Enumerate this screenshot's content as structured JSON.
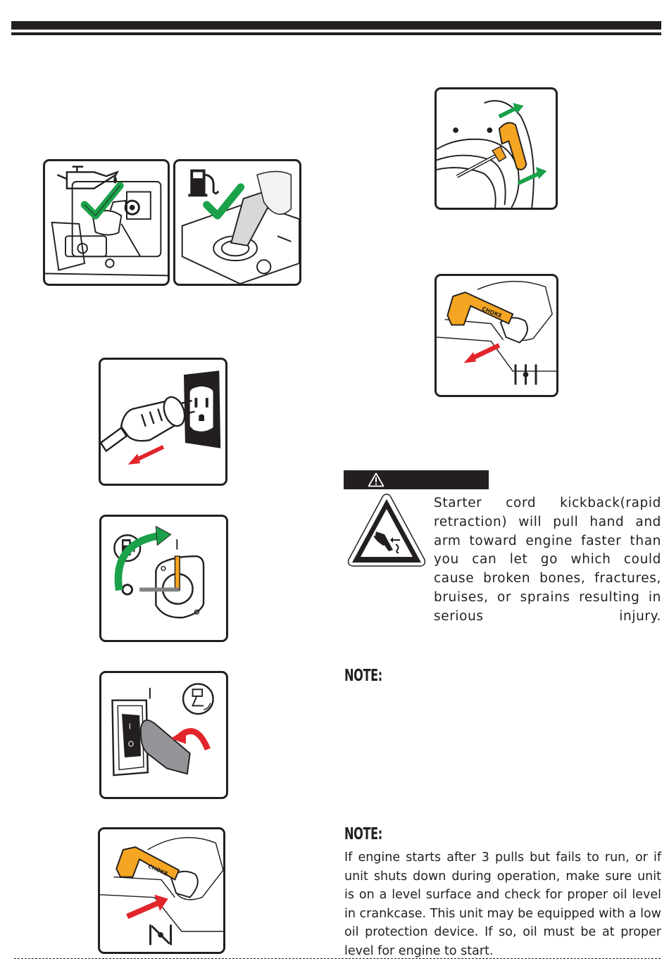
{
  "warning": {
    "text": "Starter cord kickback(rapid retraction) will pull hand and arm toward engine faster than you can let go which could cause broken bones, fractures, bruises, or sprains resulting in serious injury."
  },
  "notes": [
    {
      "label": "NOTE:",
      "text": ""
    },
    {
      "label": "NOTE:",
      "text": "If engine starts after 3 pulls but fails to run, or if unit shuts down during operation, make sure unit is on a level surface and check for proper oil level in crankcase. This unit may be equipped with a low oil protection device. If so, oil must be at proper level for engine to start."
    }
  ],
  "figures": {
    "choke_label": "CHOKE",
    "switch_on_mark": "I",
    "switch_off_mark": "O"
  },
  "colors": {
    "check_green": "#1aa14a",
    "arrow_red": "#e1252b",
    "choke_orange": "#f4a521",
    "ink": "#231f20"
  }
}
